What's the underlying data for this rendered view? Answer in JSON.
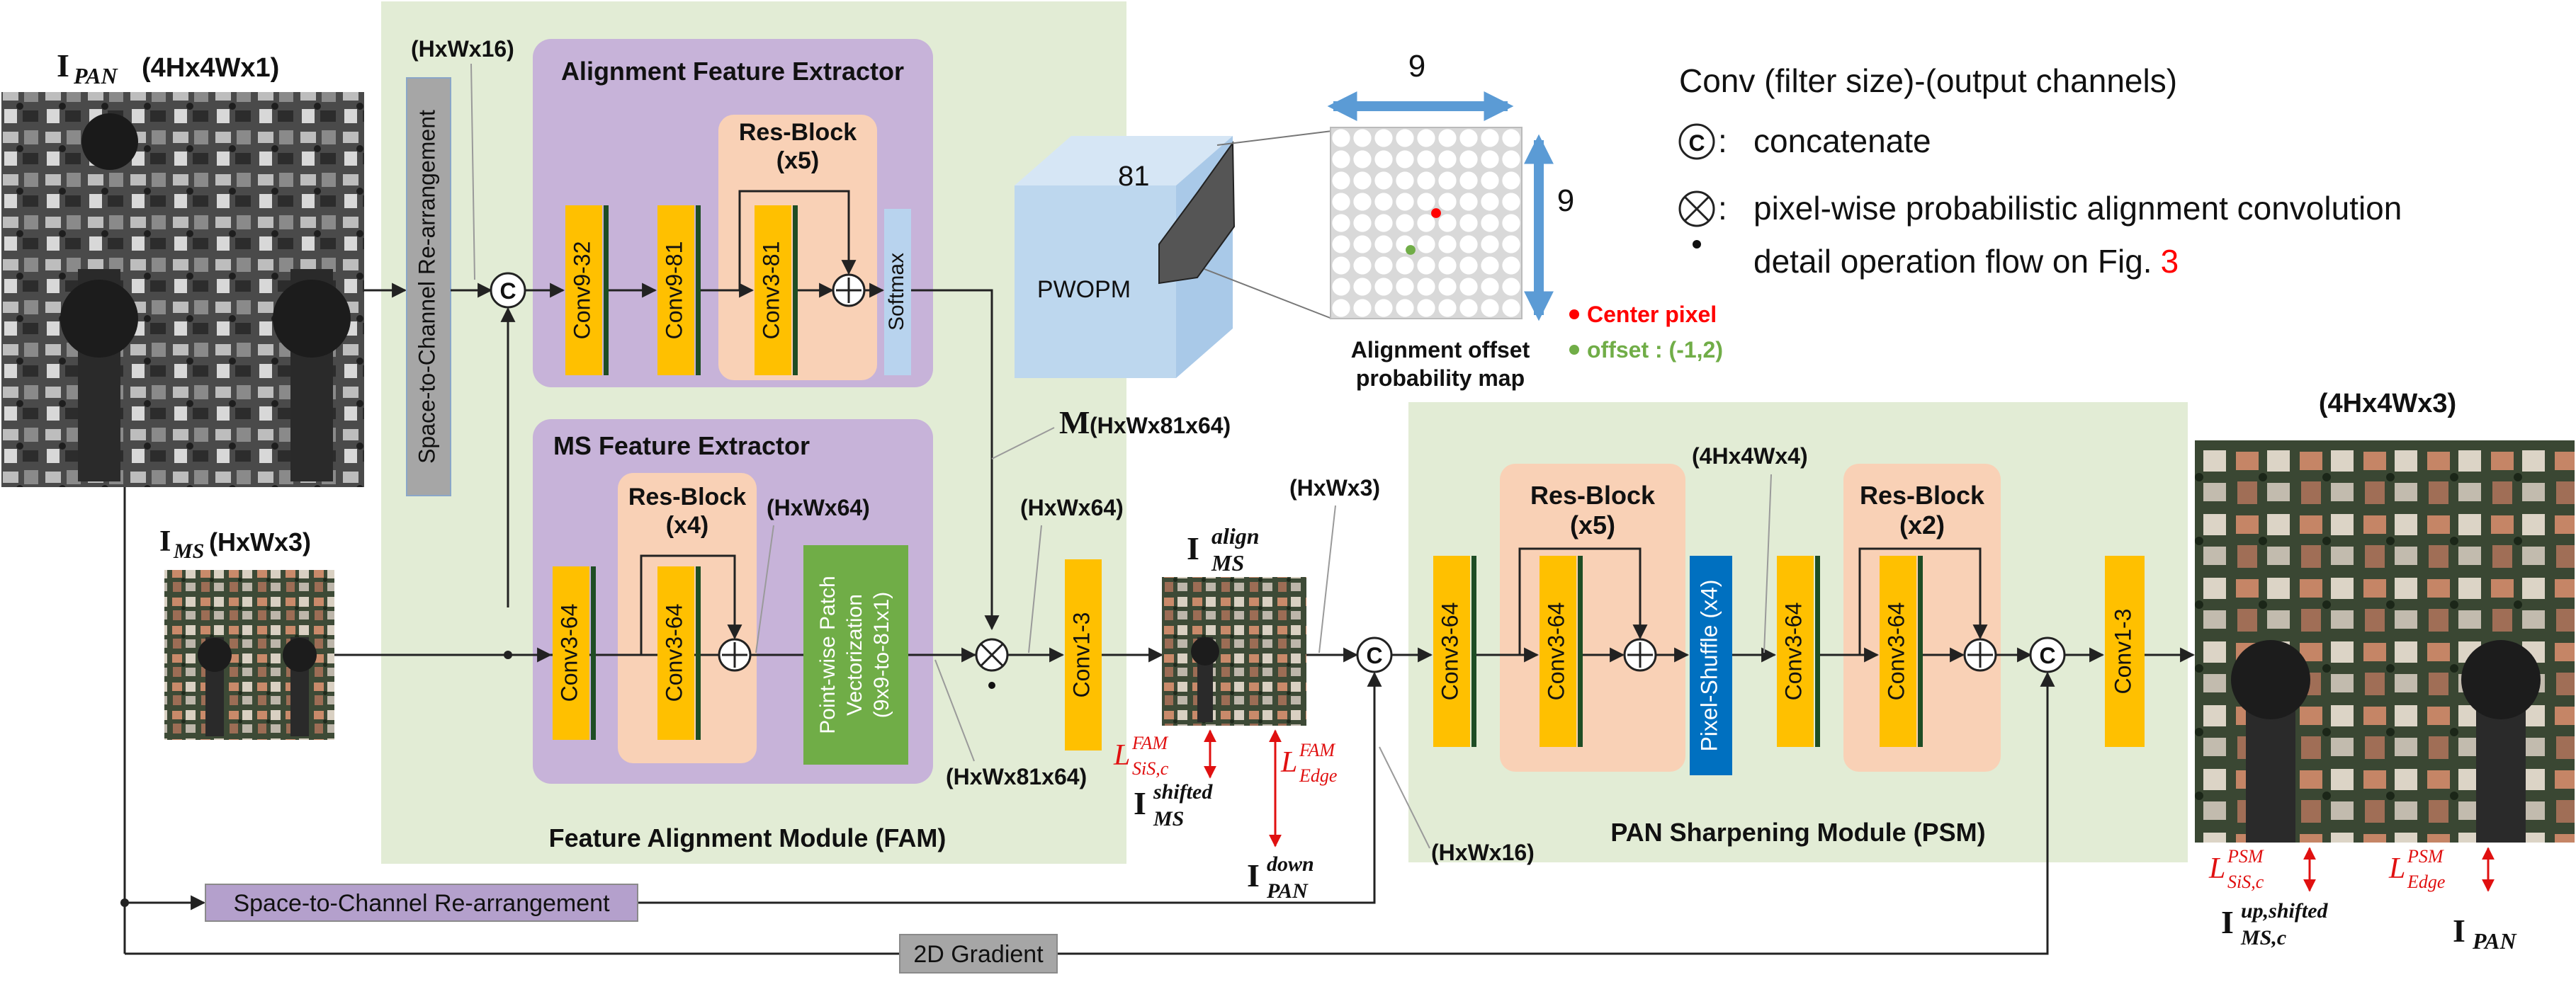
{
  "colors": {
    "module_green": "#e2ecd5",
    "extractor_purple": "#c7b3d9",
    "resblock_peach": "#f9d1b6",
    "conv_yellow": "#ffc000",
    "conv_bar_green": "#1e4d24",
    "softmax_blue": "#b8d3ee",
    "pixel_shuffle_blue": "#0070c0",
    "patch_green": "#70ad47",
    "pwopm_blue": "#bdd7ee",
    "loss_red": "#e01010",
    "arrow_blue": "#5b9bd5",
    "gray_box": "#a6a6a6",
    "s2c_purple": "#b4a0cc",
    "legend_red": "#ff0000",
    "legend_green": "#70ad47"
  },
  "inputs": {
    "pan_label": "I",
    "pan_sub": "PAN",
    "pan_size": "(4Hx4Wx1)",
    "ms_label": "I",
    "ms_sub": "MS",
    "ms_size": "(HxWx3)"
  },
  "fam": {
    "title": "Feature Alignment Module (FAM)",
    "s2c_size": "(HxWx16)",
    "s2c_label": "Space-to-Channel Re-arrangement",
    "afe": {
      "title": "Alignment Feature Extractor",
      "convs": [
        "Conv9-32",
        "Conv9-81"
      ],
      "resblock_title": "Res-Block",
      "resblock_count": "(x5)",
      "resblock_conv": "Conv3-81",
      "softmax": "Softmax"
    },
    "msfe": {
      "title": "MS Feature Extractor",
      "conv": "Conv3-64",
      "resblock_title": "Res-Block",
      "resblock_count": "(x4)",
      "resblock_conv": "Conv3-64",
      "feature_size": "(HxWx64)",
      "patch_lines": [
        "Point-wise Patch",
        "Vectorization",
        "(9x9-to-81x1)"
      ]
    },
    "patch_out_size": "(HxWx81x64)",
    "m_label": "M",
    "m_size": "(HxWx81x64)",
    "aligned_size": "(HxWx64)",
    "conv_out": "Conv1-3"
  },
  "pwopm": {
    "label": "PWOPM",
    "depth_label": "81",
    "grid_top": "9",
    "grid_right": "9",
    "map_title_lines": [
      "Alignment offset",
      "probability map"
    ],
    "center_legend": "Center pixel",
    "offset_legend": "offset : (-1,2)"
  },
  "legend": {
    "conv_line": "Conv (filter size)-(output channels)",
    "concat_symbol": "C",
    "concat_line": "concatenate",
    "otimes_line": "pixel-wise probabilistic alignment convolution",
    "dot_line_prefix": "detail operation flow on Fig.",
    "dot_line_ref": "3"
  },
  "middle": {
    "align_I": "I",
    "align_sup": "align",
    "align_sub": "MS",
    "hxwx3": "(HxWx3)",
    "loss_sis": "L",
    "loss_sis_sup": "FAM",
    "loss_sis_sub": "SiS,c",
    "loss_edge": "L",
    "loss_edge_sup": "FAM",
    "loss_edge_sub": "Edge",
    "shifted_I": "I",
    "shifted_sup": "shifted",
    "shifted_sub": "MS",
    "down_I": "I",
    "down_sup": "down",
    "down_sub": "PAN",
    "hxwx16": "(HxWx16)"
  },
  "psm": {
    "title": "PAN Sharpening Module (PSM)",
    "conv_in": "Conv3-64",
    "rb1_title": "Res-Block",
    "rb1_count": "(x5)",
    "rb1_conv": "Conv3-64",
    "up_size": "(4Hx4Wx4)",
    "pixel_shuffle": "Pixel-Shuffle (x4)",
    "conv_mid": "Conv3-64",
    "rb2_title": "Res-Block",
    "rb2_count": "(x2)",
    "rb2_conv": "Conv3-64",
    "conv_out": "Conv1-3"
  },
  "output": {
    "size": "(4Hx4Wx3)",
    "loss_sis": "L",
    "loss_sis_sup": "PSM",
    "loss_sis_sub": "SiS,c",
    "loss_edge": "L",
    "loss_edge_sup": "PSM",
    "loss_edge_sub": "Edge",
    "target_I": "I",
    "target_sup": "up,shifted",
    "target_sub": "MS,c",
    "pan_I": "I",
    "pan_sub": "PAN"
  },
  "bottom": {
    "s2c_label": "Space-to-Channel Re-arrangement",
    "gradient_label": "2D Gradient"
  }
}
